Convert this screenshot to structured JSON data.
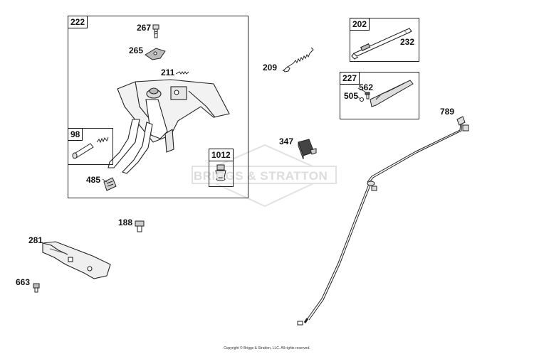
{
  "watermark": "BRIGGS & STRATTON",
  "copyright": "Copyright © Briggs & Stratton, LLC. All rights reserved.",
  "boxes": {
    "b222": "222",
    "b98": "98",
    "b1012": "1012",
    "b202": "202",
    "b227": "227"
  },
  "parts": {
    "p267": "267",
    "p265": "265",
    "p211": "211",
    "p485": "485",
    "p209": "209",
    "p232": "232",
    "p562": "562",
    "p505": "505",
    "p789": "789",
    "p347": "347",
    "p188": "188",
    "p281": "281",
    "p663": "663"
  }
}
